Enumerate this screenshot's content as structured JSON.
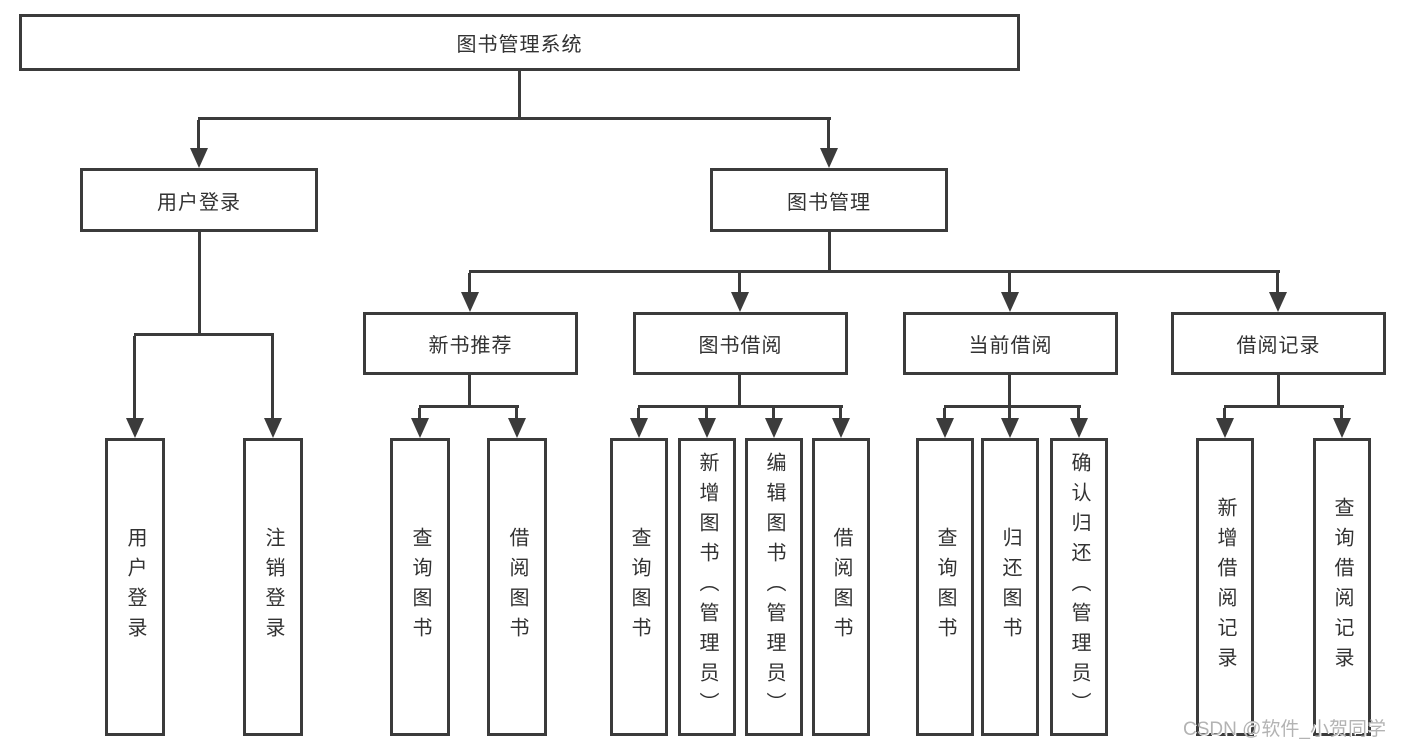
{
  "diagram": {
    "title": "图书管理系统",
    "level2": {
      "user_login": "用户登录",
      "book_mgmt": "图书管理"
    },
    "level3": {
      "new_books": "新书推荐",
      "borrowing": "图书借阅",
      "current": "当前借阅",
      "records": "借阅记录"
    },
    "leaves": {
      "user_login_login": "用户登录",
      "user_login_logout": "注销登录",
      "new_books_query": "查询图书",
      "new_books_borrow": "借阅图书",
      "borrowing_query": "查询图书",
      "borrowing_add": "新增图书（管理员）",
      "borrowing_edit": "编辑图书（管理员）",
      "borrowing_borrow": "借阅图书",
      "current_query": "查询图书",
      "current_return": "归还图书",
      "current_confirm": "确认归还（管理员）",
      "records_add": "新增借阅记录",
      "records_query": "查询借阅记录"
    },
    "watermark": "CSDN @软件_小贺同学",
    "colors": {
      "line": "#3b3b3b",
      "text": "#323232",
      "watermark": "#b3b3b3",
      "background": "#ffffff"
    }
  }
}
